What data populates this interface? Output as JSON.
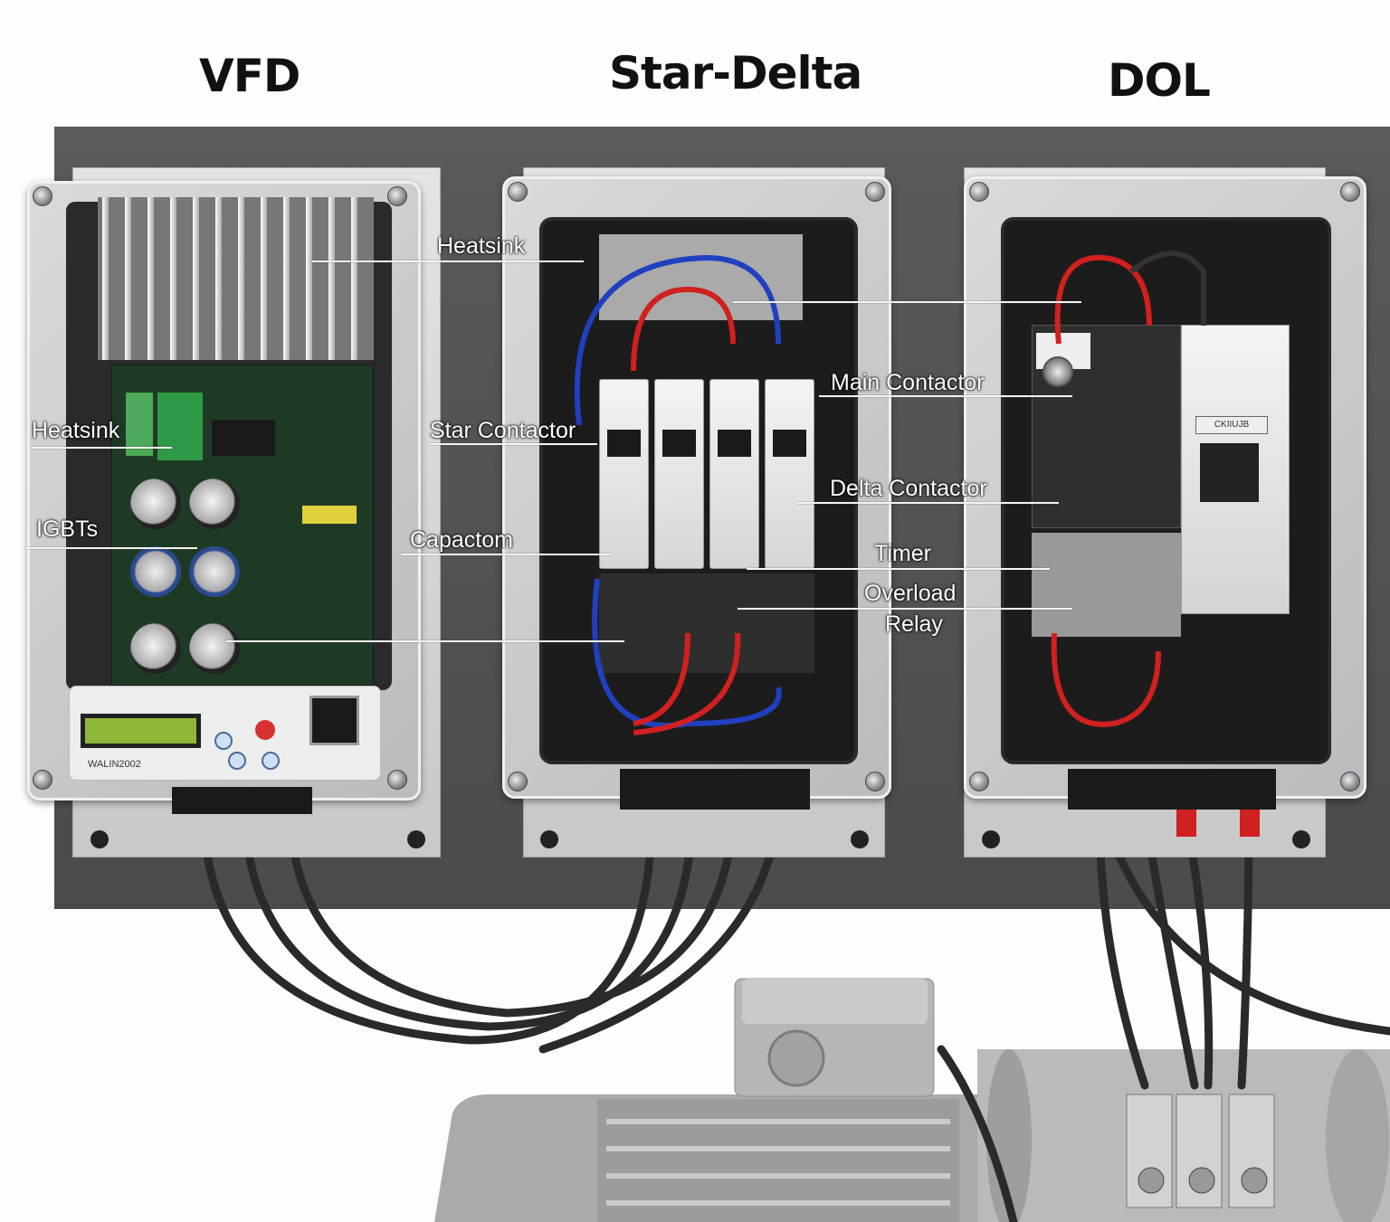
{
  "titles": {
    "vfd": "VFD",
    "star_delta": "Star-Delta",
    "dol": "DOL"
  },
  "labels": {
    "vfd_heatsink_top": "Heatsink",
    "vfd_heatsink_left": "Heatsink",
    "igbts": "IGBTs",
    "star_contactor": "Star Contactor",
    "capacitor": "Capactom",
    "main_contactor": "Main Contactor",
    "delta_contactor": "Delta Contactor",
    "timer": "Timer",
    "overload_relay_line1": "Overload",
    "overload_relay_line2": "Relay"
  },
  "device_markings": {
    "vfd_keypad": "WALIN2002",
    "dol_module_label": "CKIIUJB"
  },
  "colors": {
    "backplate": "#4f4f4f",
    "pcb": "#1f3a24",
    "wire_red": "#d02020",
    "wire_blue": "#2040c0",
    "cable": "#2a2a2a",
    "lcd": "#8fb83a",
    "stop_button": "#d83030"
  }
}
